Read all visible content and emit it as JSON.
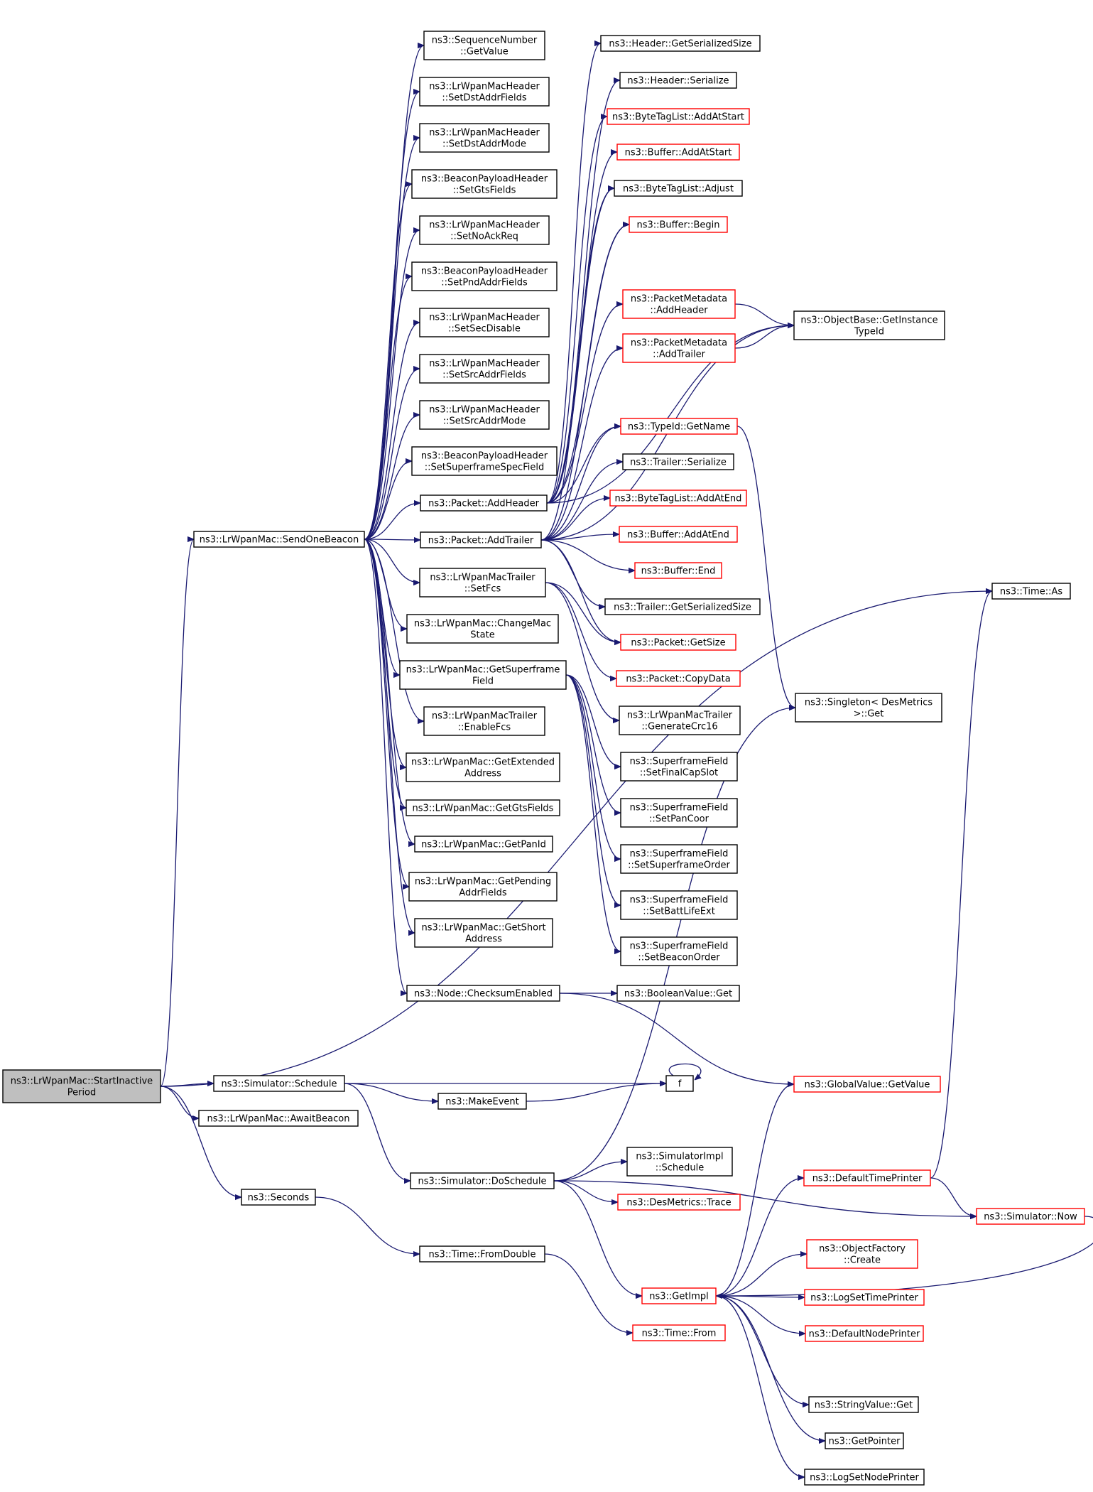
{
  "graph": {
    "colors": {
      "edge": "#191970",
      "plain_border": "#000000",
      "truncated_border": "#ff0000",
      "root_fill": "#bfbfbf",
      "fill": "#ffffff"
    },
    "nodes": [
      {
        "id": "start",
        "lines": [
          "ns3::LrWpanMac::StartInactive",
          "Period"
        ],
        "kind": "root"
      },
      {
        "id": "sendOneBeacon",
        "lines": [
          "ns3::LrWpanMac::SendOneBeacon"
        ],
        "kind": "plain"
      },
      {
        "id": "seqGetValue",
        "lines": [
          "ns3::SequenceNumber",
          "::GetValue"
        ],
        "kind": "plain"
      },
      {
        "id": "setDstAddrFields",
        "lines": [
          "ns3::LrWpanMacHeader",
          "::SetDstAddrFields"
        ],
        "kind": "plain"
      },
      {
        "id": "setDstAddrMode",
        "lines": [
          "ns3::LrWpanMacHeader",
          "::SetDstAddrMode"
        ],
        "kind": "plain"
      },
      {
        "id": "setGtsFields",
        "lines": [
          "ns3::BeaconPayloadHeader",
          "::SetGtsFields"
        ],
        "kind": "plain"
      },
      {
        "id": "setNoAckReq",
        "lines": [
          "ns3::LrWpanMacHeader",
          "::SetNoAckReq"
        ],
        "kind": "plain"
      },
      {
        "id": "setPndAddrFields",
        "lines": [
          "ns3::BeaconPayloadHeader",
          "::SetPndAddrFields"
        ],
        "kind": "plain"
      },
      {
        "id": "setSecDisable",
        "lines": [
          "ns3::LrWpanMacHeader",
          "::SetSecDisable"
        ],
        "kind": "plain"
      },
      {
        "id": "setSrcAddrFields",
        "lines": [
          "ns3::LrWpanMacHeader",
          "::SetSrcAddrFields"
        ],
        "kind": "plain"
      },
      {
        "id": "setSrcAddrMode",
        "lines": [
          "ns3::LrWpanMacHeader",
          "::SetSrcAddrMode"
        ],
        "kind": "plain"
      },
      {
        "id": "setSuperframeSpecField",
        "lines": [
          "ns3::BeaconPayloadHeader",
          "::SetSuperframeSpecField"
        ],
        "kind": "plain"
      },
      {
        "id": "packetAddHeader",
        "lines": [
          "ns3::Packet::AddHeader"
        ],
        "kind": "plain"
      },
      {
        "id": "packetAddTrailer",
        "lines": [
          "ns3::Packet::AddTrailer"
        ],
        "kind": "plain"
      },
      {
        "id": "macTrailerSetFcs",
        "lines": [
          "ns3::LrWpanMacTrailer",
          "::SetFcs"
        ],
        "kind": "plain"
      },
      {
        "id": "changeMacState",
        "lines": [
          "ns3::LrWpanMac::ChangeMac",
          "State"
        ],
        "kind": "plain"
      },
      {
        "id": "getSuperframeField",
        "lines": [
          "ns3::LrWpanMac::GetSuperframe",
          "Field"
        ],
        "kind": "plain"
      },
      {
        "id": "enableFcs",
        "lines": [
          "ns3::LrWpanMacTrailer",
          "::EnableFcs"
        ],
        "kind": "plain"
      },
      {
        "id": "getExtendedAddress",
        "lines": [
          "ns3::LrWpanMac::GetExtended",
          "Address"
        ],
        "kind": "plain"
      },
      {
        "id": "getGtsFields",
        "lines": [
          "ns3::LrWpanMac::GetGtsFields"
        ],
        "kind": "plain"
      },
      {
        "id": "getPanId",
        "lines": [
          "ns3::LrWpanMac::GetPanId"
        ],
        "kind": "plain"
      },
      {
        "id": "getPendingAddrFields",
        "lines": [
          "ns3::LrWpanMac::GetPending",
          "AddrFields"
        ],
        "kind": "plain"
      },
      {
        "id": "getShortAddress",
        "lines": [
          "ns3::LrWpanMac::GetShort",
          "Address"
        ],
        "kind": "plain"
      },
      {
        "id": "checksumEnabled",
        "lines": [
          "ns3::Node::ChecksumEnabled"
        ],
        "kind": "plain"
      },
      {
        "id": "headerGetSerializedSize",
        "lines": [
          "ns3::Header::GetSerializedSize"
        ],
        "kind": "plain"
      },
      {
        "id": "headerSerialize",
        "lines": [
          "ns3::Header::Serialize"
        ],
        "kind": "plain"
      },
      {
        "id": "byteTagAddAtStart",
        "lines": [
          "ns3::ByteTagList::AddAtStart"
        ],
        "kind": "truncated"
      },
      {
        "id": "bufferAddAtStart",
        "lines": [
          "ns3::Buffer::AddAtStart"
        ],
        "kind": "truncated"
      },
      {
        "id": "byteTagAdjust",
        "lines": [
          "ns3::ByteTagList::Adjust"
        ],
        "kind": "plain"
      },
      {
        "id": "bufferBegin",
        "lines": [
          "ns3::Buffer::Begin"
        ],
        "kind": "truncated"
      },
      {
        "id": "metaAddHeader",
        "lines": [
          "ns3::PacketMetadata",
          "::AddHeader"
        ],
        "kind": "truncated"
      },
      {
        "id": "metaAddTrailer",
        "lines": [
          "ns3::PacketMetadata",
          "::AddTrailer"
        ],
        "kind": "truncated"
      },
      {
        "id": "getInstanceTypeId",
        "lines": [
          "ns3::ObjectBase::GetInstance",
          "TypeId"
        ],
        "kind": "plain"
      },
      {
        "id": "typeIdGetName",
        "lines": [
          "ns3::TypeId::GetName"
        ],
        "kind": "truncated"
      },
      {
        "id": "trailerSerialize",
        "lines": [
          "ns3::Trailer::Serialize"
        ],
        "kind": "plain"
      },
      {
        "id": "byteTagAddAtEnd",
        "lines": [
          "ns3::ByteTagList::AddAtEnd"
        ],
        "kind": "truncated"
      },
      {
        "id": "bufferAddAtEnd",
        "lines": [
          "ns3::Buffer::AddAtEnd"
        ],
        "kind": "truncated"
      },
      {
        "id": "bufferEnd",
        "lines": [
          "ns3::Buffer::End"
        ],
        "kind": "truncated"
      },
      {
        "id": "trailerGetSerializedSize",
        "lines": [
          "ns3::Trailer::GetSerializedSize"
        ],
        "kind": "plain"
      },
      {
        "id": "packetGetSize",
        "lines": [
          "ns3::Packet::GetSize"
        ],
        "kind": "truncated"
      },
      {
        "id": "packetCopyData",
        "lines": [
          "ns3::Packet::CopyData"
        ],
        "kind": "truncated"
      },
      {
        "id": "generateCrc16",
        "lines": [
          "ns3::LrWpanMacTrailer",
          "::GenerateCrc16"
        ],
        "kind": "plain"
      },
      {
        "id": "setFinalCapSlot",
        "lines": [
          "ns3::SuperframeField",
          "::SetFinalCapSlot"
        ],
        "kind": "plain"
      },
      {
        "id": "setPanCoor",
        "lines": [
          "ns3::SuperframeField",
          "::SetPanCoor"
        ],
        "kind": "plain"
      },
      {
        "id": "setSuperframeOrder",
        "lines": [
          "ns3::SuperframeField",
          "::SetSuperframeOrder"
        ],
        "kind": "plain"
      },
      {
        "id": "setBattLifeExt",
        "lines": [
          "ns3::SuperframeField",
          "::SetBattLifeExt"
        ],
        "kind": "plain"
      },
      {
        "id": "setBeaconOrder",
        "lines": [
          "ns3::SuperframeField",
          "::SetBeaconOrder"
        ],
        "kind": "plain"
      },
      {
        "id": "booleanValueGet",
        "lines": [
          "ns3::BooleanValue::Get"
        ],
        "kind": "plain"
      },
      {
        "id": "timeAs",
        "lines": [
          "ns3::Time::As"
        ],
        "kind": "plain"
      },
      {
        "id": "singletonGet",
        "lines": [
          "ns3::Singleton< DesMetrics",
          ">::Get"
        ],
        "kind": "plain"
      },
      {
        "id": "simSchedule",
        "lines": [
          "ns3::Simulator::Schedule"
        ],
        "kind": "plain"
      },
      {
        "id": "awaitBeacon",
        "lines": [
          "ns3::LrWpanMac::AwaitBeacon"
        ],
        "kind": "plain"
      },
      {
        "id": "makeEvent",
        "lines": [
          "ns3::MakeEvent"
        ],
        "kind": "plain"
      },
      {
        "id": "f",
        "lines": [
          "f"
        ],
        "kind": "plain"
      },
      {
        "id": "globalValueGetValue",
        "lines": [
          "ns3::GlobalValue::GetValue"
        ],
        "kind": "truncated"
      },
      {
        "id": "seconds",
        "lines": [
          "ns3::Seconds"
        ],
        "kind": "plain"
      },
      {
        "id": "simDoSchedule",
        "lines": [
          "ns3::Simulator::DoSchedule"
        ],
        "kind": "plain"
      },
      {
        "id": "simImplSchedule",
        "lines": [
          "ns3::SimulatorImpl",
          "::Schedule"
        ],
        "kind": "plain"
      },
      {
        "id": "desMetricsTrace",
        "lines": [
          "ns3::DesMetrics::Trace"
        ],
        "kind": "truncated"
      },
      {
        "id": "defaultTimePrinter",
        "lines": [
          "ns3::DefaultTimePrinter"
        ],
        "kind": "truncated"
      },
      {
        "id": "simNow",
        "lines": [
          "ns3::Simulator::Now"
        ],
        "kind": "truncated"
      },
      {
        "id": "timeFromDouble",
        "lines": [
          "ns3::Time::FromDouble"
        ],
        "kind": "plain"
      },
      {
        "id": "getImpl",
        "lines": [
          "ns3::GetImpl"
        ],
        "kind": "truncated"
      },
      {
        "id": "objectFactoryCreate",
        "lines": [
          "ns3::ObjectFactory",
          "::Create"
        ],
        "kind": "truncated"
      },
      {
        "id": "logSetTimePrinter",
        "lines": [
          "ns3::LogSetTimePrinter"
        ],
        "kind": "truncated"
      },
      {
        "id": "defaultNodePrinter",
        "lines": [
          "ns3::DefaultNodePrinter"
        ],
        "kind": "truncated"
      },
      {
        "id": "timeFrom",
        "lines": [
          "ns3::Time::From"
        ],
        "kind": "truncated"
      },
      {
        "id": "stringValueGet",
        "lines": [
          "ns3::StringValue::Get"
        ],
        "kind": "plain"
      },
      {
        "id": "getPointer",
        "lines": [
          "ns3::GetPointer"
        ],
        "kind": "plain"
      },
      {
        "id": "logSetNodePrinter",
        "lines": [
          "ns3::LogSetNodePrinter"
        ],
        "kind": "plain"
      }
    ],
    "edges": [
      [
        "start",
        "sendOneBeacon"
      ],
      [
        "start",
        "timeAs"
      ],
      [
        "start",
        "simSchedule"
      ],
      [
        "start",
        "awaitBeacon"
      ],
      [
        "start",
        "seconds"
      ],
      [
        "sendOneBeacon",
        "seqGetValue"
      ],
      [
        "sendOneBeacon",
        "setDstAddrFields"
      ],
      [
        "sendOneBeacon",
        "setDstAddrMode"
      ],
      [
        "sendOneBeacon",
        "setGtsFields"
      ],
      [
        "sendOneBeacon",
        "setNoAckReq"
      ],
      [
        "sendOneBeacon",
        "setPndAddrFields"
      ],
      [
        "sendOneBeacon",
        "setSecDisable"
      ],
      [
        "sendOneBeacon",
        "setSrcAddrFields"
      ],
      [
        "sendOneBeacon",
        "setSrcAddrMode"
      ],
      [
        "sendOneBeacon",
        "setSuperframeSpecField"
      ],
      [
        "sendOneBeacon",
        "packetAddHeader"
      ],
      [
        "sendOneBeacon",
        "packetAddTrailer"
      ],
      [
        "sendOneBeacon",
        "macTrailerSetFcs"
      ],
      [
        "sendOneBeacon",
        "changeMacState"
      ],
      [
        "sendOneBeacon",
        "getSuperframeField"
      ],
      [
        "sendOneBeacon",
        "enableFcs"
      ],
      [
        "sendOneBeacon",
        "getExtendedAddress"
      ],
      [
        "sendOneBeacon",
        "getGtsFields"
      ],
      [
        "sendOneBeacon",
        "getPanId"
      ],
      [
        "sendOneBeacon",
        "getPendingAddrFields"
      ],
      [
        "sendOneBeacon",
        "getShortAddress"
      ],
      [
        "sendOneBeacon",
        "checksumEnabled"
      ],
      [
        "packetAddHeader",
        "headerGetSerializedSize"
      ],
      [
        "packetAddHeader",
        "headerSerialize"
      ],
      [
        "packetAddHeader",
        "byteTagAddAtStart"
      ],
      [
        "packetAddHeader",
        "bufferAddAtStart"
      ],
      [
        "packetAddHeader",
        "byteTagAdjust"
      ],
      [
        "packetAddHeader",
        "bufferBegin"
      ],
      [
        "packetAddHeader",
        "metaAddHeader"
      ],
      [
        "packetAddHeader",
        "getInstanceTypeId"
      ],
      [
        "packetAddHeader",
        "typeIdGetName"
      ],
      [
        "packetAddTrailer",
        "byteTagAdjust"
      ],
      [
        "packetAddTrailer",
        "bufferBegin"
      ],
      [
        "packetAddTrailer",
        "metaAddTrailer"
      ],
      [
        "packetAddTrailer",
        "getInstanceTypeId"
      ],
      [
        "packetAddTrailer",
        "typeIdGetName"
      ],
      [
        "packetAddTrailer",
        "trailerSerialize"
      ],
      [
        "packetAddTrailer",
        "byteTagAddAtEnd"
      ],
      [
        "packetAddTrailer",
        "bufferAddAtEnd"
      ],
      [
        "packetAddTrailer",
        "bufferEnd"
      ],
      [
        "packetAddTrailer",
        "trailerGetSerializedSize"
      ],
      [
        "packetAddTrailer",
        "packetGetSize"
      ],
      [
        "metaAddHeader",
        "getInstanceTypeId"
      ],
      [
        "metaAddTrailer",
        "getInstanceTypeId"
      ],
      [
        "typeIdGetName",
        "singletonGet"
      ],
      [
        "macTrailerSetFcs",
        "packetGetSize"
      ],
      [
        "macTrailerSetFcs",
        "packetCopyData"
      ],
      [
        "macTrailerSetFcs",
        "generateCrc16"
      ],
      [
        "getSuperframeField",
        "setFinalCapSlot"
      ],
      [
        "getSuperframeField",
        "setPanCoor"
      ],
      [
        "getSuperframeField",
        "setSuperframeOrder"
      ],
      [
        "getSuperframeField",
        "setBattLifeExt"
      ],
      [
        "getSuperframeField",
        "setBeaconOrder"
      ],
      [
        "checksumEnabled",
        "booleanValueGet"
      ],
      [
        "checksumEnabled",
        "globalValueGetValue"
      ],
      [
        "simSchedule",
        "makeEvent"
      ],
      [
        "simSchedule",
        "f"
      ],
      [
        "simSchedule",
        "simDoSchedule"
      ],
      [
        "makeEvent",
        "f"
      ],
      [
        "f",
        "f"
      ],
      [
        "simDoSchedule",
        "singletonGet"
      ],
      [
        "simDoSchedule",
        "simImplSchedule"
      ],
      [
        "simDoSchedule",
        "desMetricsTrace"
      ],
      [
        "simDoSchedule",
        "simNow"
      ],
      [
        "simDoSchedule",
        "getImpl"
      ],
      [
        "seconds",
        "timeFromDouble"
      ],
      [
        "timeFromDouble",
        "timeFrom"
      ],
      [
        "getImpl",
        "globalValueGetValue"
      ],
      [
        "getImpl",
        "defaultTimePrinter"
      ],
      [
        "getImpl",
        "objectFactoryCreate"
      ],
      [
        "getImpl",
        "logSetTimePrinter"
      ],
      [
        "getImpl",
        "defaultNodePrinter"
      ],
      [
        "getImpl",
        "stringValueGet"
      ],
      [
        "getImpl",
        "getPointer"
      ],
      [
        "getImpl",
        "logSetNodePrinter"
      ],
      [
        "defaultTimePrinter",
        "timeAs"
      ],
      [
        "defaultTimePrinter",
        "simNow"
      ],
      [
        "simNow",
        "getImpl"
      ]
    ]
  }
}
